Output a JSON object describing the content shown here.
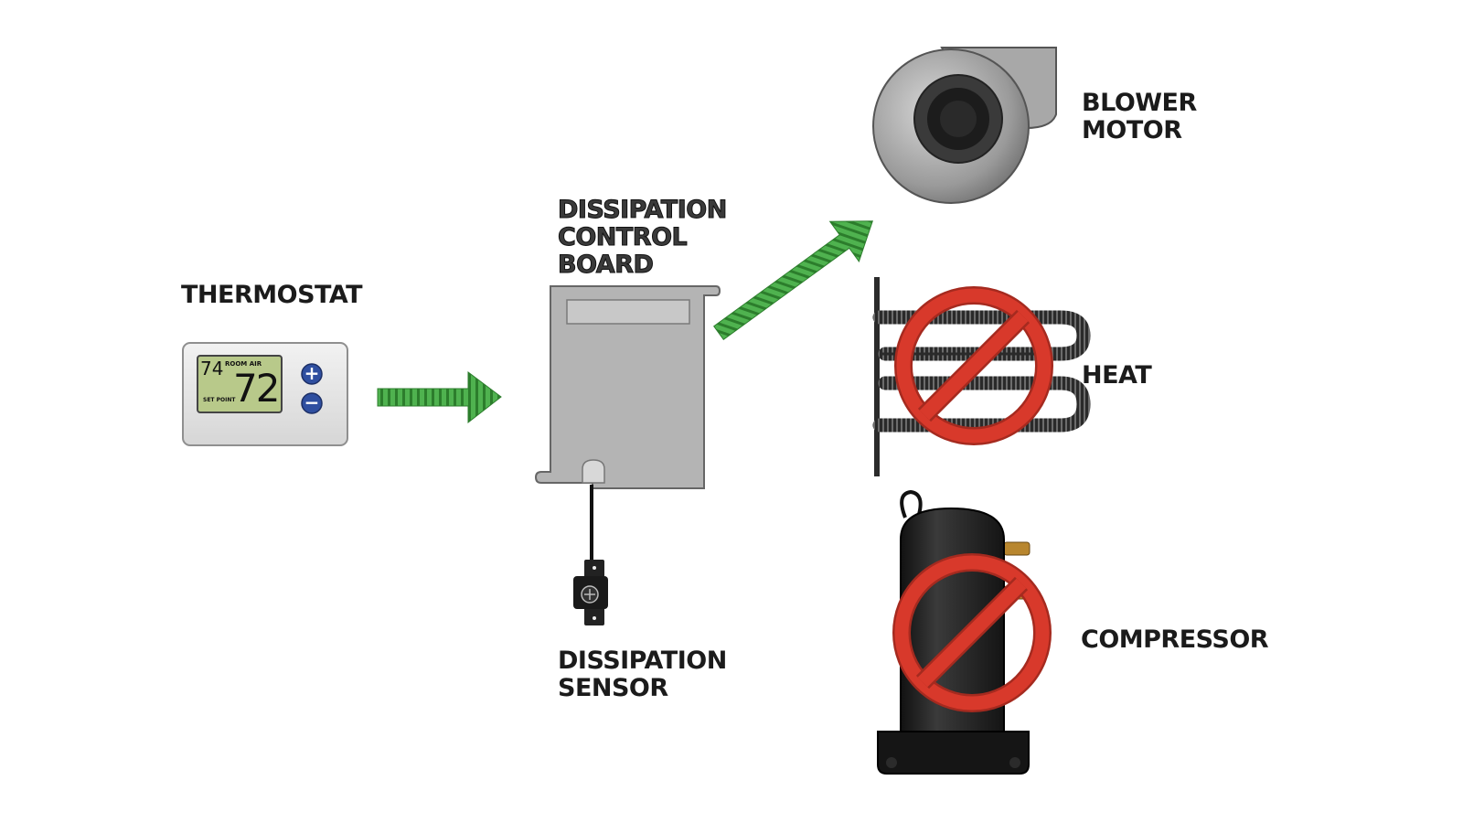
{
  "labels": {
    "thermostat": "THERMOSTAT",
    "control_board": [
      "DISSIPATION",
      "CONTROL",
      "BOARD"
    ],
    "sensor": [
      "DISSIPATION",
      "SENSOR"
    ],
    "blower": [
      "BLOWER",
      "MOTOR"
    ],
    "heat": "HEAT",
    "compressor": "COMPRESSOR"
  },
  "thermostat_display": {
    "room_temp": "74",
    "room_label": "ROOM AIR",
    "set_temp": "72",
    "set_label": "SET POINT",
    "plus": "+",
    "minus": "−"
  },
  "icons": {
    "flow_arrow": "green-arrow-icon",
    "prohibited": "prohibited-icon"
  },
  "colors": {
    "arrow_green": "#5cc25c",
    "prohibit_red": "#d8392b",
    "lcd_green": "#b8c98a",
    "board_grey": "#b4b4b4",
    "compressor_black": "#1e1e1e"
  }
}
